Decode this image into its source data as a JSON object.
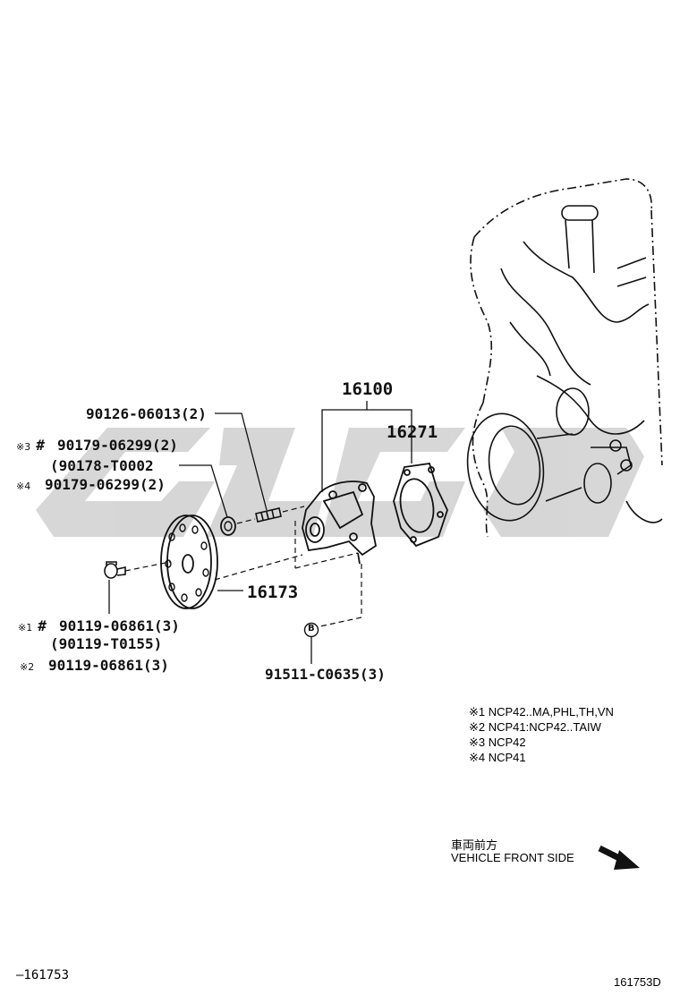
{
  "parts": {
    "water_pump_assy": "16100",
    "gasket": "16271",
    "pulley": "16173",
    "stud": "90126-06013(2)",
    "nut_ncp42": "90179-06299(2)",
    "nut_ncp42_alt": "(90178-T0002",
    "nut_ncp41": "90179-06299(2)",
    "bolt_a": "90119-06861(3)",
    "bolt_a_alt": "(90119-T0155)",
    "bolt_b": "90119-06861(3)",
    "pin": "91511-C0635(3)"
  },
  "marks": {
    "m1": "※1",
    "m2": "※2",
    "m3": "※3",
    "m4": "※4",
    "hash1": "#",
    "hash3": "#",
    "b_ref": "B"
  },
  "notes": [
    "※1 NCP42..MA,PHL,TH,VN",
    "※2 NCP41:NCP42..TAIW",
    "※3 NCP42",
    "※4 NCP41"
  ],
  "direction": {
    "japanese": "車両前方",
    "english": "VEHICLE FRONT SIDE"
  },
  "footer": {
    "left_code": "–161753",
    "right_code": "161753D"
  },
  "colors": {
    "line": "#111111",
    "watermark": "#cfcfcf"
  }
}
